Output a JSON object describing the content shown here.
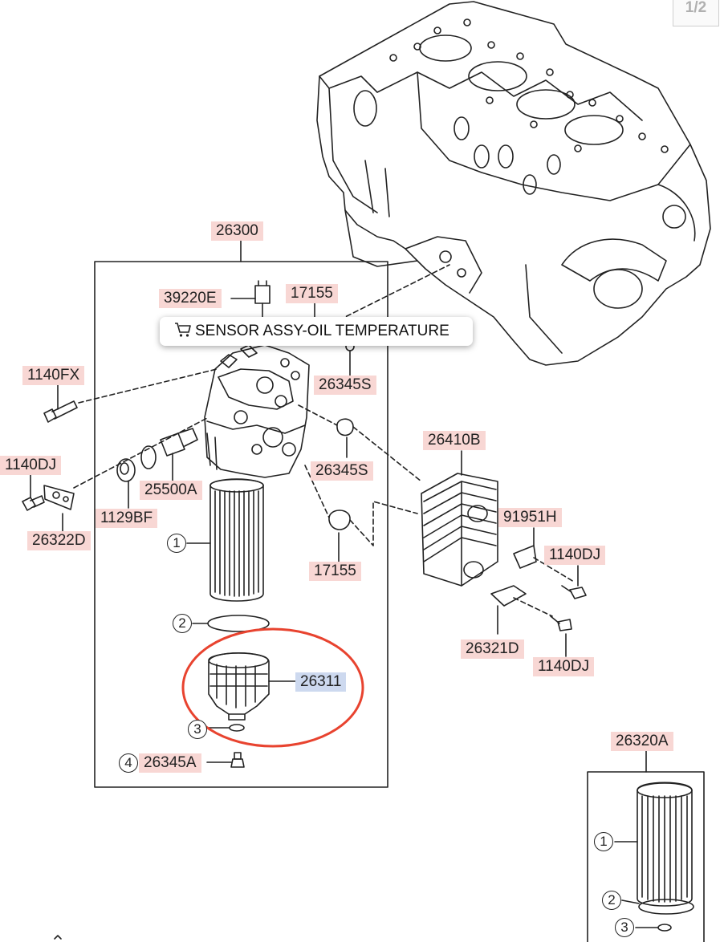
{
  "page_indicator": "1/2",
  "tooltip": {
    "icon": "cart-icon",
    "text": "SENSOR ASSY-OIL TEMPERATURE"
  },
  "labels": {
    "l26300": "26300",
    "l39220E": "39220E",
    "l17155_top": "17155",
    "l1140FX": "1140FX",
    "l26345S_1": "26345S",
    "l26345S_2": "26345S",
    "l1140DJ_left": "1140DJ",
    "l25500A": "25500A",
    "l26410B": "26410B",
    "l1129BF": "1129BF",
    "l26322D": "26322D",
    "l91951H": "91951H",
    "l1140DJ_r1": "1140DJ",
    "l17155_bottom": "17155",
    "l26321D": "26321D",
    "l1140DJ_r2": "1140DJ",
    "l26311": "26311",
    "l26345A": "26345A",
    "l26320A": "26320A"
  },
  "callouts": {
    "c1": "1",
    "c2": "2",
    "c3": "3",
    "c4": "4",
    "c1b": "1",
    "c2b": "2",
    "c3b": "3"
  },
  "highlight_color": "#e8432f"
}
